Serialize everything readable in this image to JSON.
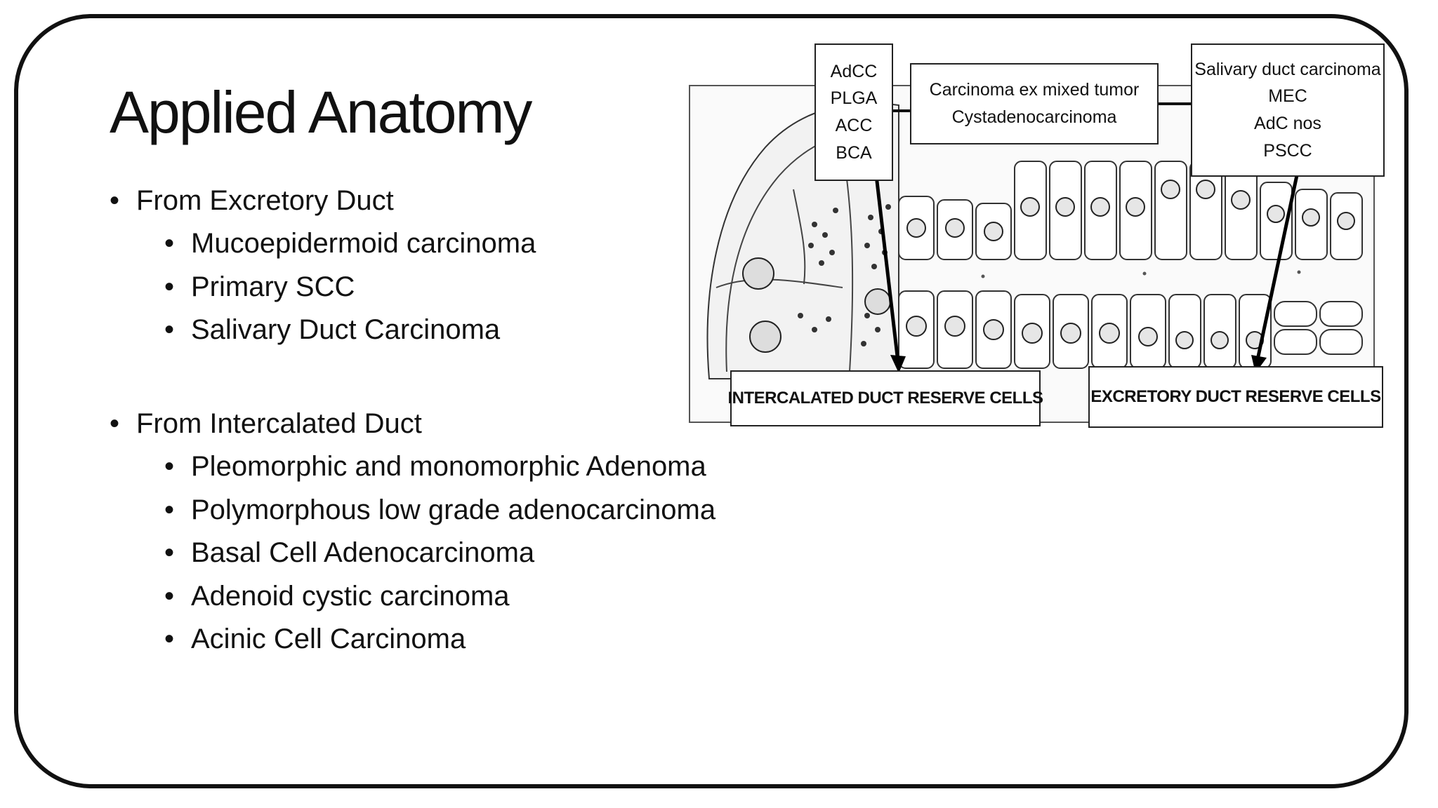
{
  "slide": {
    "title": "Applied Anatomy",
    "bullets": [
      {
        "text": "From Excretory Duct",
        "level": 1
      },
      {
        "text": "Mucoepidermoid carcinoma",
        "level": 2
      },
      {
        "text": "Primary SCC",
        "level": 2
      },
      {
        "text": "Salivary Duct Carcinoma",
        "level": 2
      },
      {
        "text": "From Intercalated Duct",
        "level": 1
      },
      {
        "text": "Pleomorphic and monomorphic Adenoma",
        "level": 2
      },
      {
        "text": "Polymorphous low grade adenocarcinoma",
        "level": 2
      },
      {
        "text": "Basal Cell Adenocarcinoma",
        "level": 2
      },
      {
        "text": "Adenoid cystic carcinoma",
        "level": 2
      },
      {
        "text": "Acinic Cell Carcinoma",
        "level": 2
      }
    ],
    "bullet_glyph": "•"
  },
  "figure": {
    "label_left": [
      "AdCC",
      "PLGA",
      "ACC",
      "BCA"
    ],
    "label_middle": [
      "Carcinoma ex mixed tumor",
      "Cystadenocarcinoma"
    ],
    "label_right": [
      "Salivary duct carcinoma",
      "MEC",
      "AdC nos",
      "PSCC"
    ],
    "label_intercalated": "INTERCALATED DUCT RESERVE CELLS",
    "label_excretory": "EXCRETORY DUCT RESERVE CELLS"
  }
}
